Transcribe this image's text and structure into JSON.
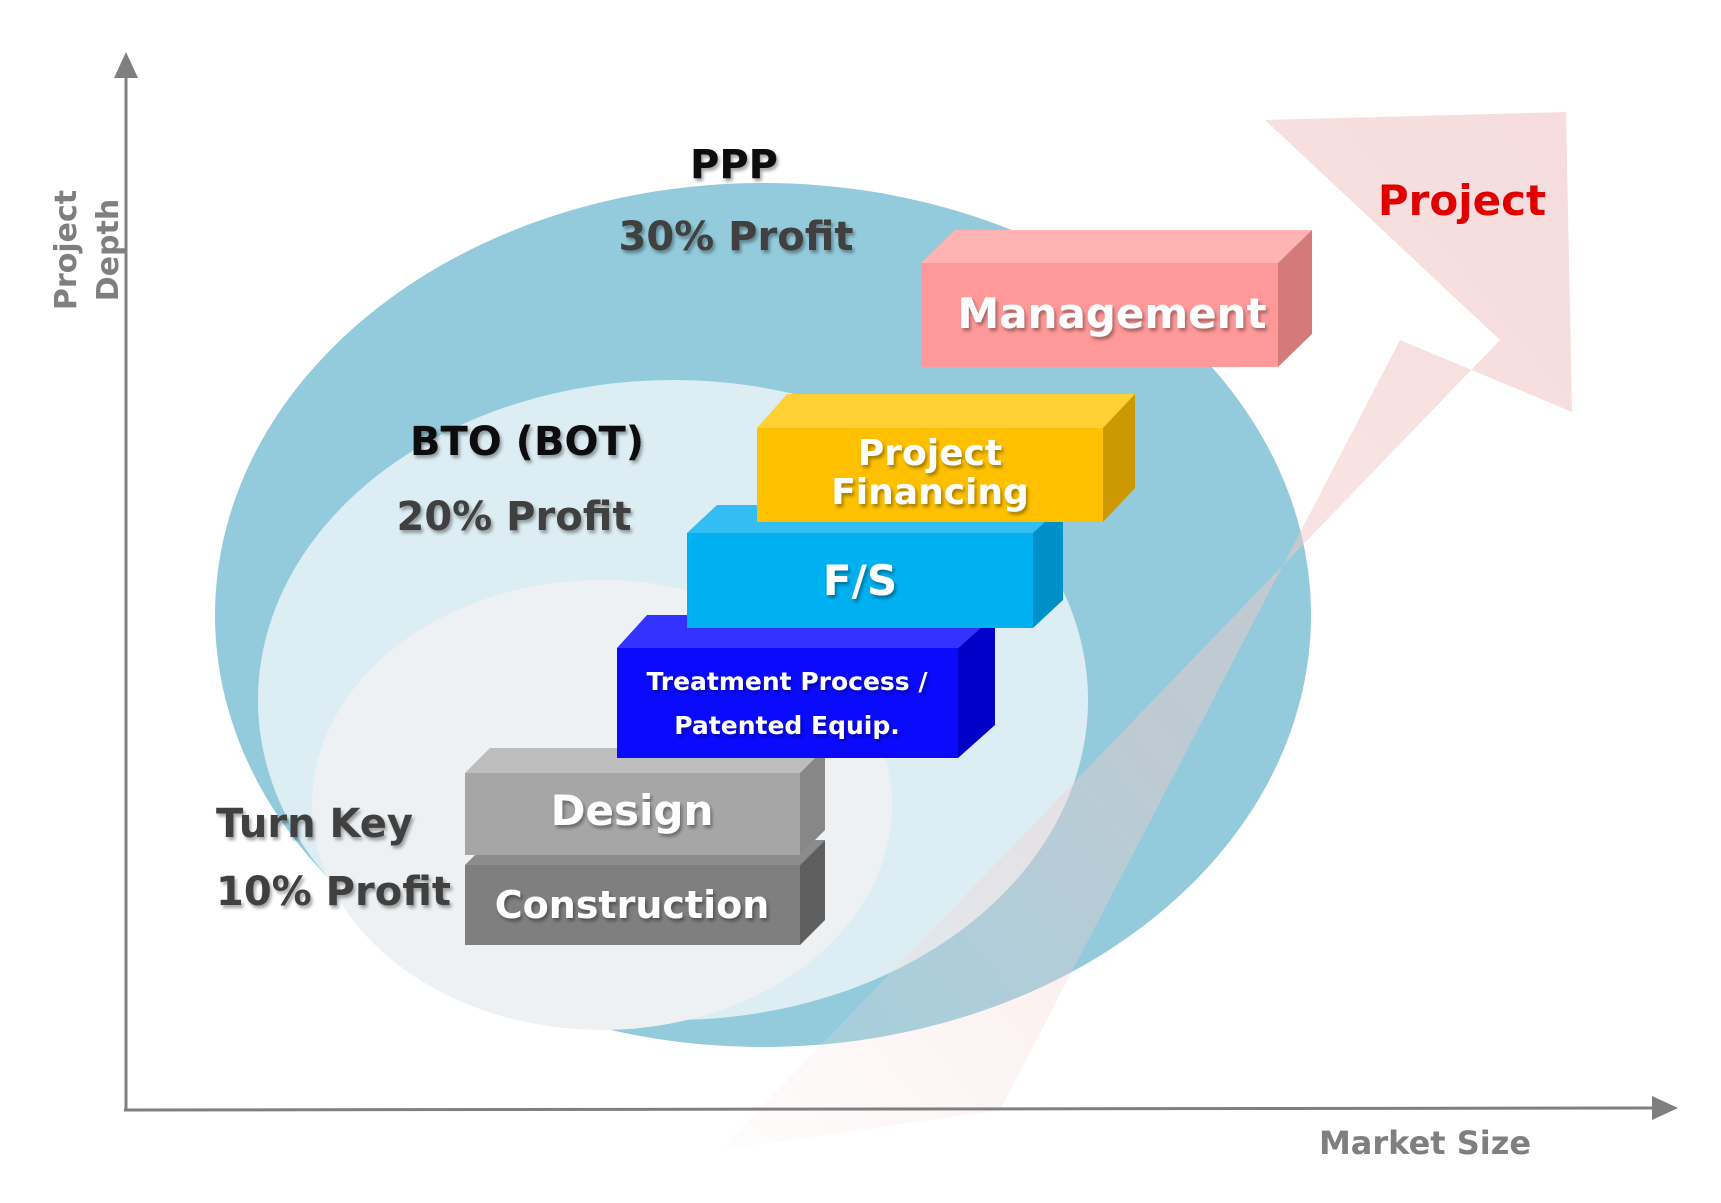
{
  "axes": {
    "y_label_line1": "Project",
    "y_label_line2": "Depth",
    "x_label": "Market Size"
  },
  "arrow": {
    "label": "Project"
  },
  "tiers": [
    {
      "title": "PPP",
      "profit": "30% Profit"
    },
    {
      "title": "BTO (BOT)",
      "profit": "20% Profit"
    },
    {
      "title": "Turn Key",
      "profit": "10% Profit"
    }
  ],
  "steps": {
    "construction": "Construction",
    "design": "Design",
    "treatment_line1": "Treatment Process /",
    "treatment_line2": "Patented Equip.",
    "fs": "F/S",
    "financing_line1": "Project",
    "financing_line2": "Financing",
    "management": "Management"
  },
  "colors": {
    "axis": "#7f7f7f",
    "outer_ellipse": "#93cbdc",
    "middle_ellipse": "#dcedf3",
    "inner_ellipse": "#eef1f3",
    "arrow_fill": "#f0c8c8",
    "arrow_label": "#e00000",
    "construction": "#7f7f7f",
    "design": "#a6a6a6",
    "treatment": "#1010ff",
    "fs": "#00b0f0",
    "financing": "#ffc000",
    "management": "#ff9999"
  }
}
